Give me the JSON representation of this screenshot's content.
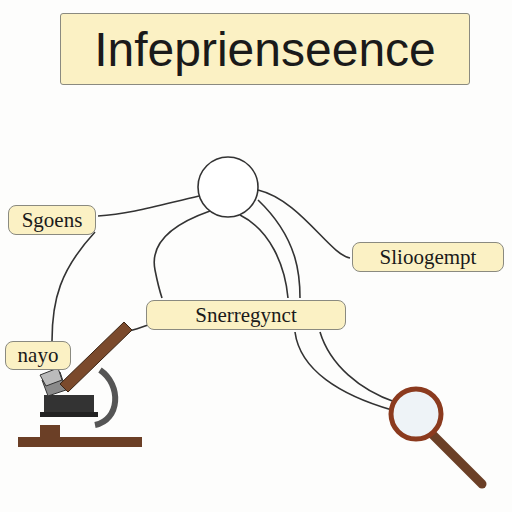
{
  "diagram": {
    "title": "Infeprienseence",
    "nodes": [
      {
        "text": [
          "Sgoens"
        ]
      },
      {
        "text": [
          "Slioogempt"
        ]
      },
      {
        "text": [
          "Snerregynct"
        ]
      },
      {
        "text": [
          "nayo"
        ]
      }
    ]
  }
}
